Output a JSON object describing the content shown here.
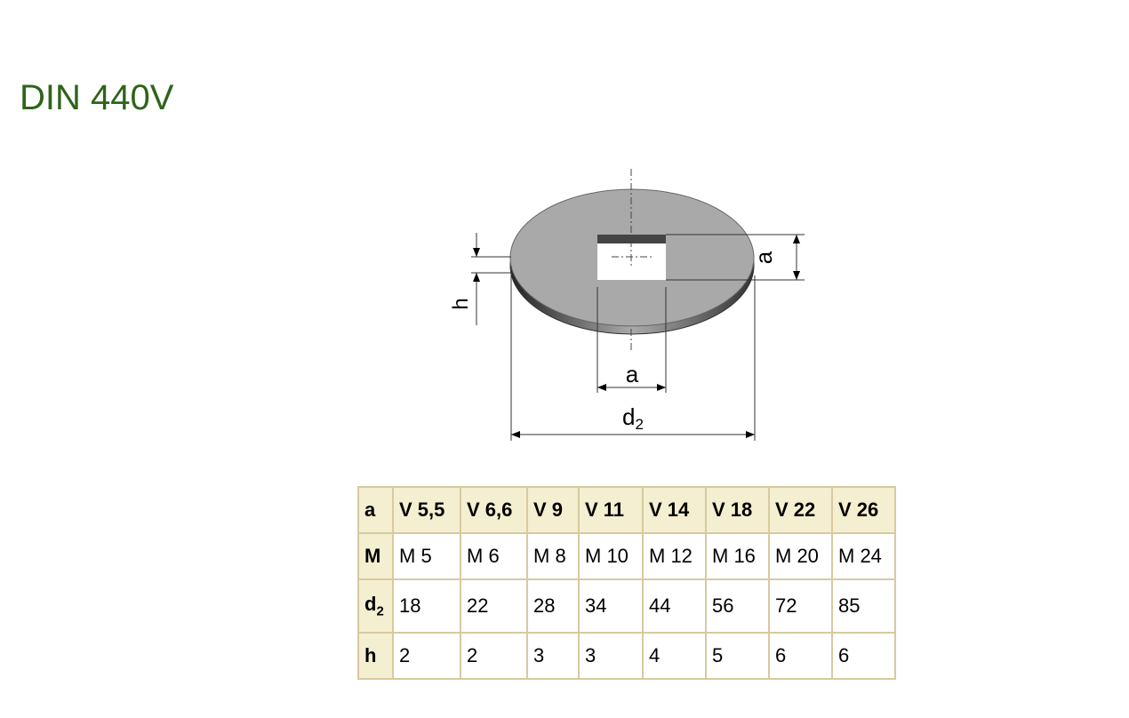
{
  "title": "DIN 440V",
  "diagram": {
    "labels": {
      "h": "h",
      "a_vertical": "a",
      "a_horizontal": "a",
      "d": "d",
      "d_sub": "2"
    },
    "colors": {
      "face": "#a9a9a9",
      "edge": "#555555",
      "hole_shadow": "#444444"
    }
  },
  "table": {
    "rows": [
      {
        "label": "a",
        "label_sub": "",
        "values": [
          "V 5,5",
          "V 6,6",
          "V 9",
          "V 11",
          "V 14",
          "V 18",
          "V 22",
          "V 26"
        ]
      },
      {
        "label": "M",
        "label_sub": "",
        "values": [
          "M 5",
          "M 6",
          "M 8",
          "M 10",
          "M 12",
          "M 16",
          "M 20",
          "M 24"
        ]
      },
      {
        "label": "d",
        "label_sub": "2",
        "values": [
          "18",
          "22",
          "28",
          "34",
          "44",
          "56",
          "72",
          "85"
        ]
      },
      {
        "label": "h",
        "label_sub": "",
        "values": [
          "2",
          "2",
          "3",
          "3",
          "4",
          "5",
          "6",
          "6"
        ]
      }
    ],
    "colors": {
      "header_bg": "#f3efd0",
      "border": "#d9c9a0"
    }
  }
}
